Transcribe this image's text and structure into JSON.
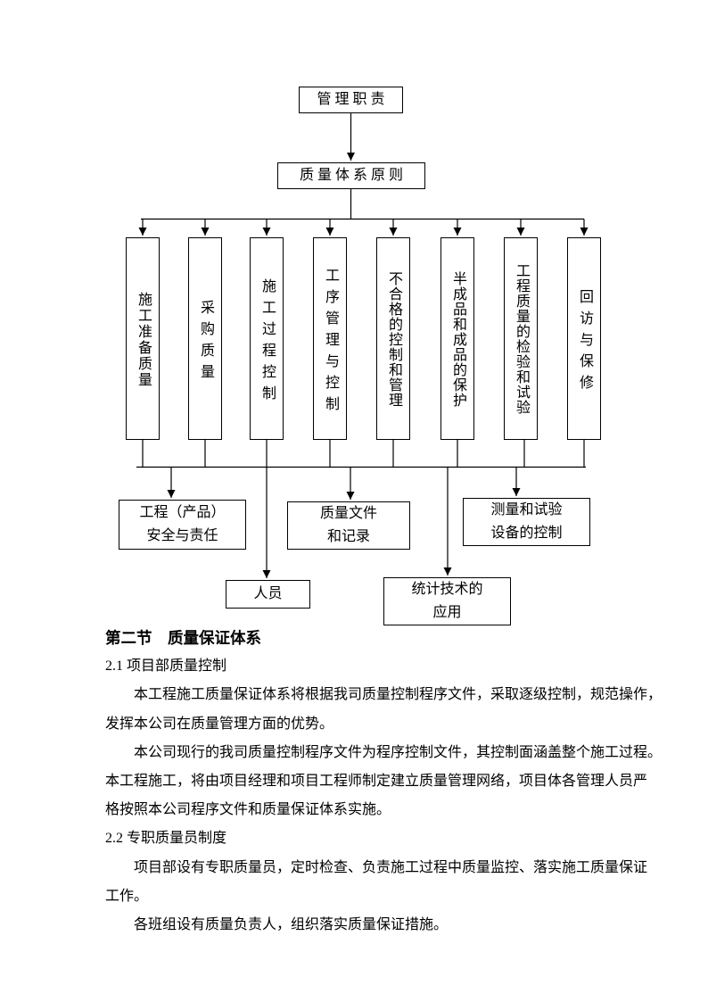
{
  "document": {
    "background": "#ffffff",
    "text_color": "#000000",
    "line_color": "#000000"
  },
  "flowchart": {
    "root_box": {
      "label": "管 理 职 责"
    },
    "principle_box": {
      "label": "质 量 体 系 原 则"
    },
    "branch_boxes": [
      {
        "label": "施工准备质量"
      },
      {
        "label": "采购质量"
      },
      {
        "label": "施工过程控制"
      },
      {
        "label": "工序管理与控制"
      },
      {
        "label": "不合格的控制和管理"
      },
      {
        "label": "半成品和成品的保护"
      },
      {
        "label": "工程质量的检验和试验"
      },
      {
        "label": "回访与保修"
      }
    ],
    "outcome_boxes": [
      {
        "lines": [
          "工程（产品）",
          "安全与责任"
        ]
      },
      {
        "lines": [
          "质量文件",
          "和记录"
        ]
      },
      {
        "lines": [
          "测量和试验",
          "设备的控制"
        ]
      },
      {
        "lines": [
          "人员"
        ]
      },
      {
        "lines": [
          "统计技术的",
          "应用"
        ]
      }
    ]
  },
  "content": {
    "lines": [
      "第二节　质量保证体系",
      "2.1 项目部质量控制",
      "本工程施工质量保证体系将根据我司质量控制程序文件，采取逐级控制，规范操作，",
      "发挥本公司在质量管理方面的优势。",
      "本公司现行的我司质量控制程序文件为程序控制文件，其控制面涵盖整个施工过程。",
      "本工程施工，将由项目经理和项目工程师制定建立质量管理网络，项目体各管理人员严",
      "格按照本公司程序文件和质量保证体系实施。",
      "2.2 专职质量员制度",
      "项目部设有专职质量员，定时检查、负责施工过程中质量监控、落实施工质量保证",
      "工作。",
      "各班组设有质量负责人，组织落实质量保证措施。"
    ]
  }
}
